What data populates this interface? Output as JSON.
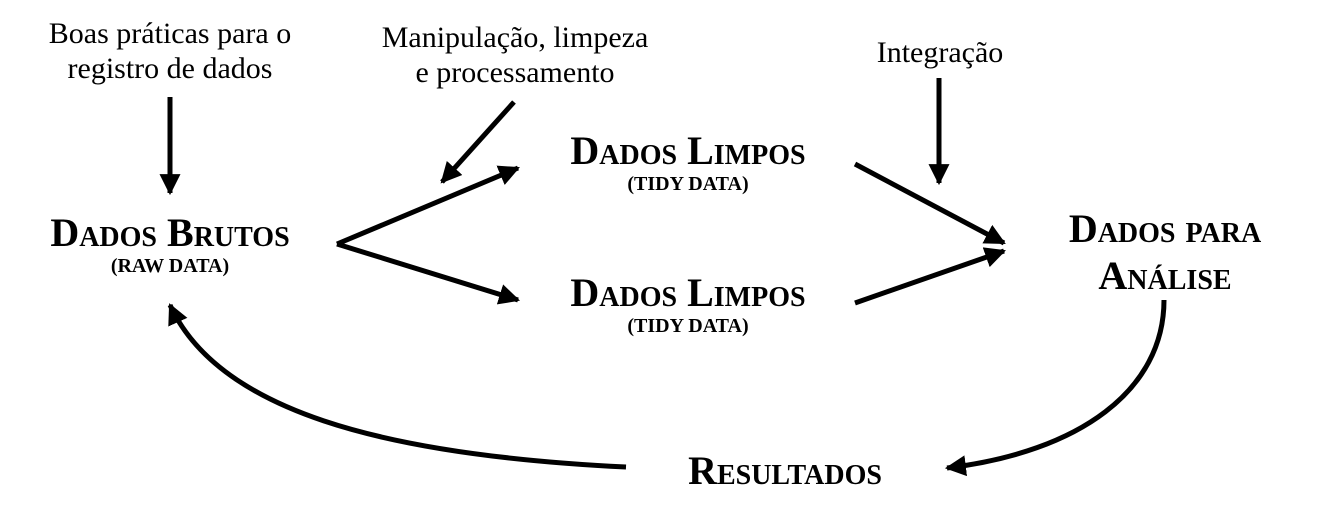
{
  "annotations": {
    "registro": [
      "Boas práticas para o",
      "registro de dados"
    ],
    "manipulacao": [
      "Manipulação, limpeza",
      "e processamento"
    ],
    "integracao": [
      "Integração"
    ]
  },
  "nodes": {
    "brutos": {
      "title": "Dados Brutos",
      "subtitle": "(RAW DATA)"
    },
    "limpos_1": {
      "title": "Dados Limpos",
      "subtitle": "(TIDY DATA)"
    },
    "limpos_2": {
      "title": "Dados Limpos",
      "subtitle": "(TIDY DATA)"
    },
    "analise": {
      "title_line1": "Dados para",
      "title_line2": "Análise"
    },
    "resultados": {
      "title": "Resultados"
    }
  },
  "colors": {
    "ink": "#000000",
    "background": "#ffffff"
  }
}
